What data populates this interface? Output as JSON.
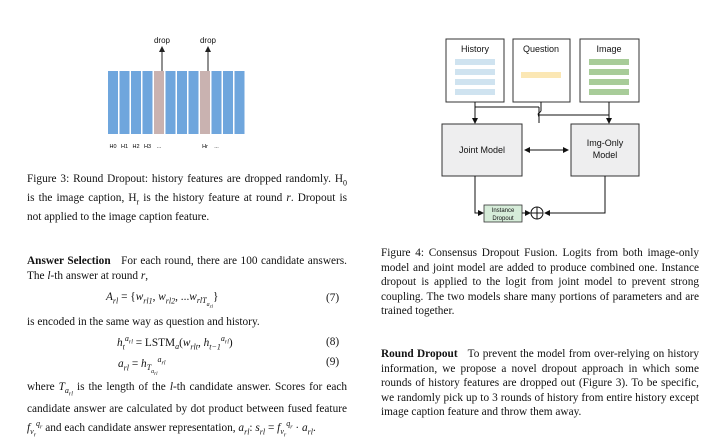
{
  "figure3": {
    "drop_label": "drop",
    "h_labels": [
      "H0",
      "H1",
      "H2",
      "H3",
      "...",
      "Hr",
      "..."
    ],
    "caption": "Figure 3: Round Dropout: history features are dropped randomly. H0 is the image caption, Hr is the history feature at round r. Dropout is not applied to the image caption feature."
  },
  "answer_section": {
    "heading": "Answer Selection",
    "intro": "For each round, there are 100 candidate answers. The l-th answer at round r,",
    "eq7": "A_rl = {w_rl1, w_rl2, ...w_rlT_arl}",
    "eq7_num": "(7)",
    "encoded": "is encoded in the same way as question and history.",
    "eq8": "h_t^arl = LSTM_a(w_rlt, h_t-1^arl)",
    "eq8_num": "(8)",
    "eq9": "a_rl = h_T_arl^arl",
    "eq9_num": "(9)",
    "closing": "where T_arl is the length of the l-th candidate answer. Scores for each candidate answer are calculated by dot product between fused feature f_vr^qr and each candidate answer representation, a_rl: s_rl = f_vr^qr · a_rl."
  },
  "figure4": {
    "box_history": "History",
    "box_question": "Question",
    "box_image": "Image",
    "box_joint": "Joint Model",
    "box_imgonly": "Img-Only Model",
    "box_instance_dropout": "Instance Dropout",
    "colors": {
      "history_bar": "#cfe3f0",
      "question_bar": "#fbe7b4",
      "image_bar": "#a8cc99",
      "node_fill": "#eeeeef",
      "dropout_fill": "#d6ecd9"
    },
    "caption": "Figure 4: Consensus Dropout Fusion. Logits from both image-only model and joint model are added to produce combined one. Instance dropout is applied to the logit from joint model to prevent strong coupling. The two models share many portions of parameters and are trained together."
  },
  "round_section": {
    "heading": "Round Dropout",
    "text": "To prevent the model from over-relying on history information, we propose a novel dropout approach in which some rounds of history features are dropped out (Figure 3). To be specific, we randomly pick up to 3 rounds of history from entire history except image caption feature and throw them away."
  }
}
